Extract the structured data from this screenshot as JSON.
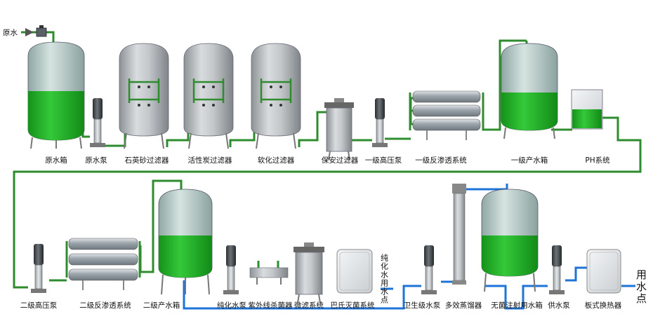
{
  "inlet_label": "原水",
  "outlet_label": "用水点",
  "side_label": "纯化水用水点",
  "labels": {
    "raw_water_tank": "原水箱",
    "raw_water_pump": "原水泵",
    "quartz_sand_filter": "石英砂过滤器",
    "activated_carbon_filter": "活性炭过滤器",
    "softening_filter": "软化过滤器",
    "security_filter": "保安过滤器",
    "primary_hp_pump": "一级高压泵",
    "primary_ro_system": "一级反渗透系统",
    "primary_product_tank": "一级产水箱",
    "ph_system": "PH系统",
    "secondary_hp_pump": "二级高压泵",
    "secondary_ro_system": "二级反渗透系统",
    "secondary_product_tank": "二级产水箱",
    "purified_water_pump": "纯化水泵",
    "uv_sterilizer": "紫外线杀菌器",
    "microfiltration_system": "微滤系统",
    "pasteur_sterilization": "巴氏灭菌系统",
    "sanitary_pump": "卫生级水泵",
    "multi_effect_distiller": "多效蒸馏器",
    "wfi_tank": "无菌注射用水箱",
    "supply_pump": "供水泵",
    "plate_heat_exchanger": "板式换热器"
  },
  "colors": {
    "pipe_green": "#2e8b2e",
    "pipe_blue": "#1e73d8",
    "water_green": "#22b222",
    "tank_top": "#c8d9d4",
    "steel": "#b8bcc0"
  }
}
